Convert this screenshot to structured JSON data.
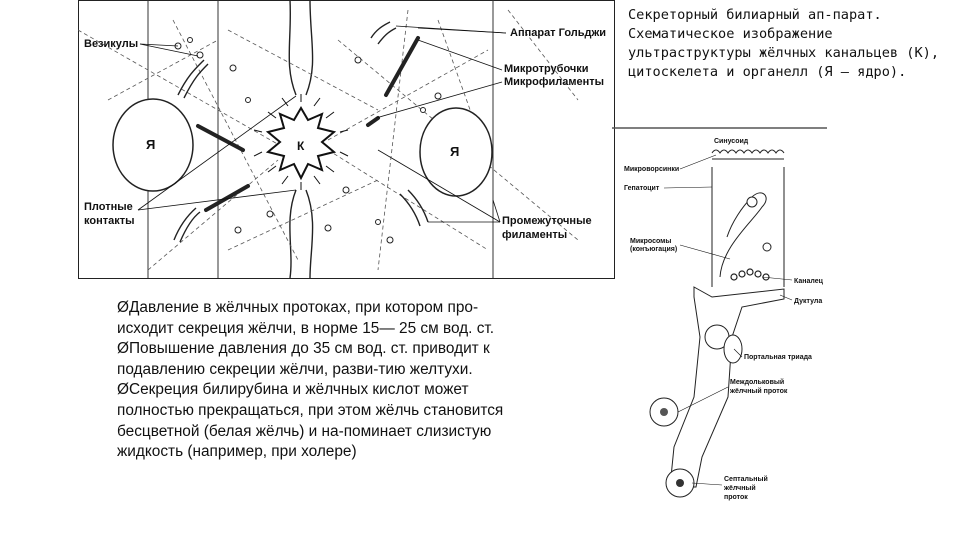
{
  "figure1": {
    "labels": {
      "vesicles": "Везикулы",
      "golgi": "Аппарат Гольджи",
      "microtubules": "Микротрубочки",
      "microfilaments": "Микрофиламенты",
      "nucleus_left": "Я",
      "nucleus_right": "Я",
      "canaliculus": "К",
      "tight_junctions_1": "Плотные",
      "tight_junctions_2": "контакты",
      "intermediate_filaments_1": "Промежуточные",
      "intermediate_filaments_2": "филаменты"
    }
  },
  "caption": "Секреторный билиарный ап-парат. Схематическое изображение ультраструктуры жёлчных канальцев (К), цитоскелета и органелл (Я — ядро).",
  "figure2": {
    "labels": {
      "sinusoid": "Синусоид",
      "microvilli": "Микроворсинки",
      "hepatocyte": "Гепатоцит",
      "microsomes_1": "Микросомы",
      "microsomes_2": "(конъюгация)",
      "canaliculus": "Каналец",
      "ductule": "Дуктула",
      "portal_triad": "Портальная триада",
      "interlobular_1": "Междольковый",
      "interlobular_2": "жёлчный проток",
      "septal_1": "Септальный",
      "septal_2": "жёлчный",
      "septal_3": "проток"
    }
  },
  "bullets": [
    "ØДавление в жёлчных протоках, при котором про-исходит секреция жёлчи, в норме 15— 25 см вод. ст.",
    "ØПовышение давления до 35 см вод. ст. приводит к подавлению секреции жёлчи, разви-тию желтухи.",
    "ØСекреция билирубина и жёлчных кислот может полностью прекращаться, при этом жёлчь становится бесцветной (белая жёлчь) и на-поминает слизистую жидкость (например, при холере)"
  ]
}
